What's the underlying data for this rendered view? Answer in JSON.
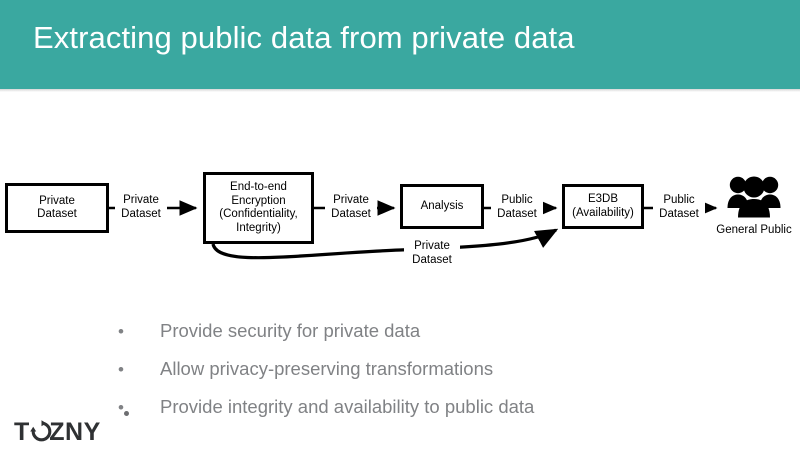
{
  "slide": {
    "title": "Extracting public data from private data",
    "header_color": "#3aa8a0",
    "bullet_text_color": "#808285"
  },
  "diagram": {
    "nodes": [
      {
        "id": "private-dataset",
        "label": "Private\nDataset"
      },
      {
        "id": "encryption",
        "label": "End-to-end\nEncryption\n(Confidentiality,\nIntegrity)"
      },
      {
        "id": "analysis",
        "label": "Analysis"
      },
      {
        "id": "e3db",
        "label": "E3DB\n(Availability)"
      },
      {
        "id": "general-public",
        "label": "General Public",
        "icon": "people-group-icon"
      }
    ],
    "edges": [
      {
        "id": "edge-1",
        "from": "private-dataset",
        "to": "encryption",
        "label": "Private\nDataset"
      },
      {
        "id": "edge-2",
        "from": "encryption",
        "to": "analysis",
        "label": "Private\nDataset"
      },
      {
        "id": "edge-3",
        "from": "analysis",
        "to": "e3db",
        "label": "Public\nDataset"
      },
      {
        "id": "edge-4",
        "from": "e3db",
        "to": "general-public",
        "label": "Public\nDataset"
      },
      {
        "id": "edge-curved",
        "from": "encryption",
        "to": "e3db",
        "label": "Private\nDataset",
        "shape": "curved"
      }
    ]
  },
  "bullets": [
    {
      "marker": "•",
      "text": "Provide security for private data"
    },
    {
      "marker": "•",
      "text": "Allow privacy-preserving transformations"
    },
    {
      "marker": "•",
      "text": "Provide integrity and availability to public data"
    }
  ],
  "logo": {
    "wordmark": "TØZNY",
    "text_before": "T",
    "text_after": "ZNY",
    "icon": "tozny-circular-arrows-icon"
  }
}
